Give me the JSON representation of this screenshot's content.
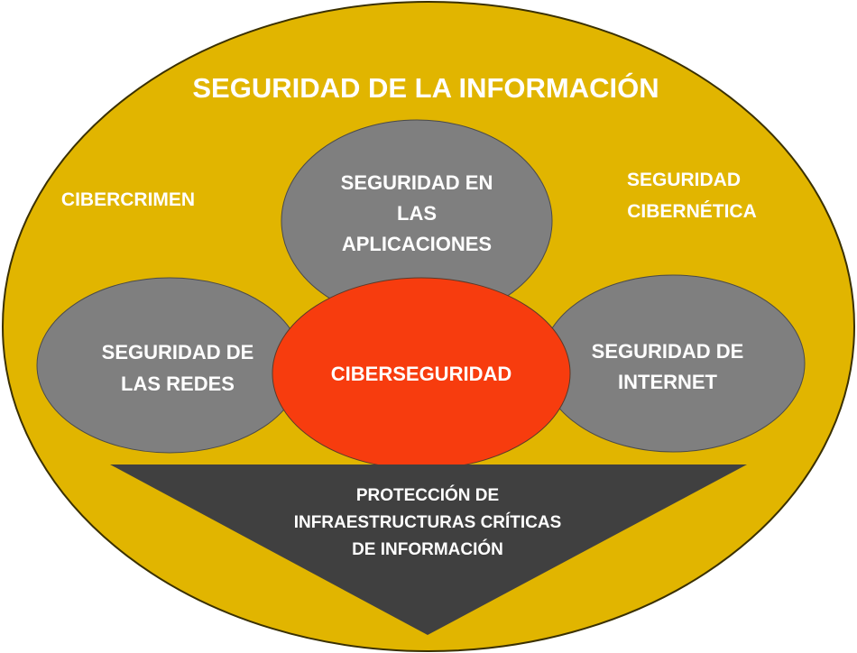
{
  "title": "SEGURIDAD DE LA INFORMACIÓN",
  "outer_labels": {
    "left": "CIBERCRIMEN",
    "right": [
      "SEGURIDAD",
      "CIBERNÉTICA"
    ]
  },
  "circles": {
    "top": [
      "SEGURIDAD EN",
      "LAS",
      "APLICACIONES"
    ],
    "left": [
      "SEGURIDAD DE",
      "LAS REDES"
    ],
    "right": [
      "SEGURIDAD DE",
      "INTERNET"
    ],
    "center": "CIBERSEGURIDAD"
  },
  "triangle": [
    "PROTECCIÓN DE",
    "INFRAESTRUCTURAS CRÍTICAS",
    "DE INFORMACIÓN"
  ],
  "colors": {
    "outer": "#E1B500",
    "grey": "#7F7F7F",
    "center": "#F73C0E",
    "triangle": "#404040"
  }
}
